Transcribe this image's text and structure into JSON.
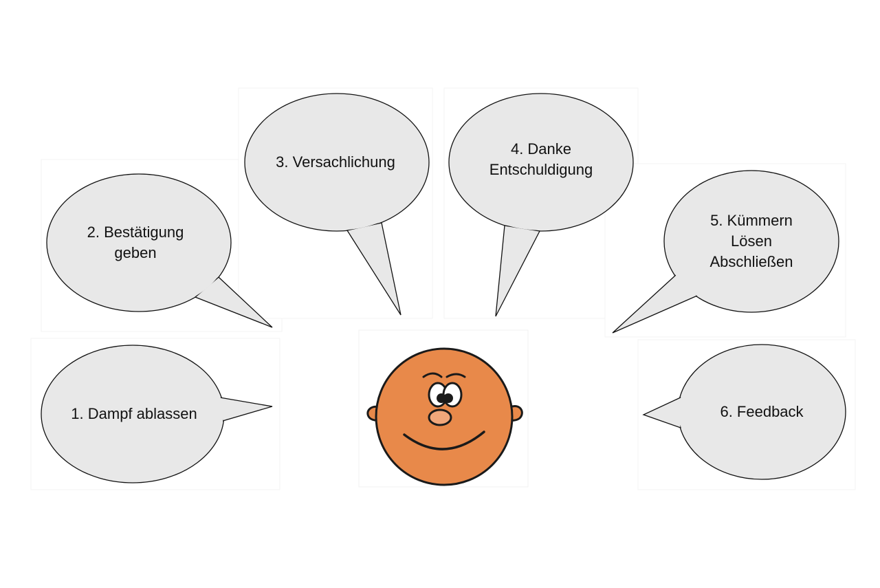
{
  "bubbles": [
    {
      "id": "dampf",
      "lines": [
        "1. Dampf ablassen"
      ]
    },
    {
      "id": "bestaetigung",
      "lines": [
        "2. Bestätigung",
        "geben"
      ]
    },
    {
      "id": "versachlichung",
      "lines": [
        "3. Versachlichung"
      ]
    },
    {
      "id": "danke",
      "lines": [
        "4. Danke",
        "Entschuldigung"
      ]
    },
    {
      "id": "kuemmern",
      "lines": [
        "5. Kümmern",
        "Lösen",
        "Abschließen"
      ]
    },
    {
      "id": "feedback",
      "lines": [
        "6. Feedback"
      ]
    }
  ],
  "colors": {
    "bubble_fill": "#e8e8e8",
    "bubble_stroke": "#111111",
    "face_fill": "#e8894a",
    "face_stroke": "#1a1a1a",
    "nose_fill": "#f1a77a"
  },
  "icons": {
    "face": "smiling-cartoon-face-icon"
  }
}
